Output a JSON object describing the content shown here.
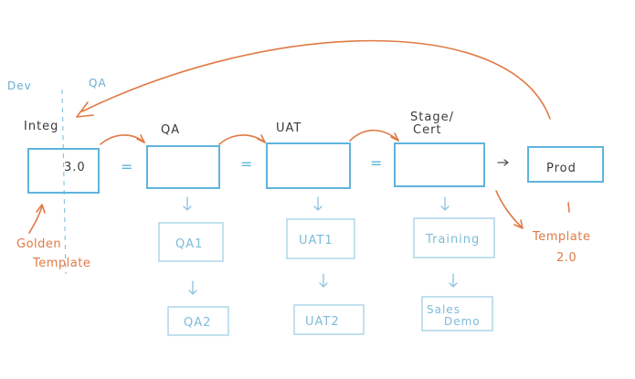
{
  "labels": {
    "dev": "Dev",
    "qa_top": "QA",
    "integ": "Integ",
    "version_in_box": "3.0",
    "qa": "QA",
    "uat": "UAT",
    "stage_line1": "Stage/",
    "stage_line2": "Cert",
    "prod": "Prod",
    "golden_line1": "Golden",
    "golden_line2": "Template",
    "template_line1": "Template",
    "template_line2": "2.0",
    "equals": "="
  },
  "sub_environments": {
    "qa1": "QA1",
    "qa2": "QA2",
    "uat1": "UAT1",
    "uat2": "UAT2",
    "training": "Training",
    "sales_line1": "Sales",
    "sales_line2": "Demo"
  },
  "colors": {
    "box_blue": "#5fb4dc",
    "annotation_orange": "#e07a45",
    "dark_text": "#3a3a3a"
  }
}
